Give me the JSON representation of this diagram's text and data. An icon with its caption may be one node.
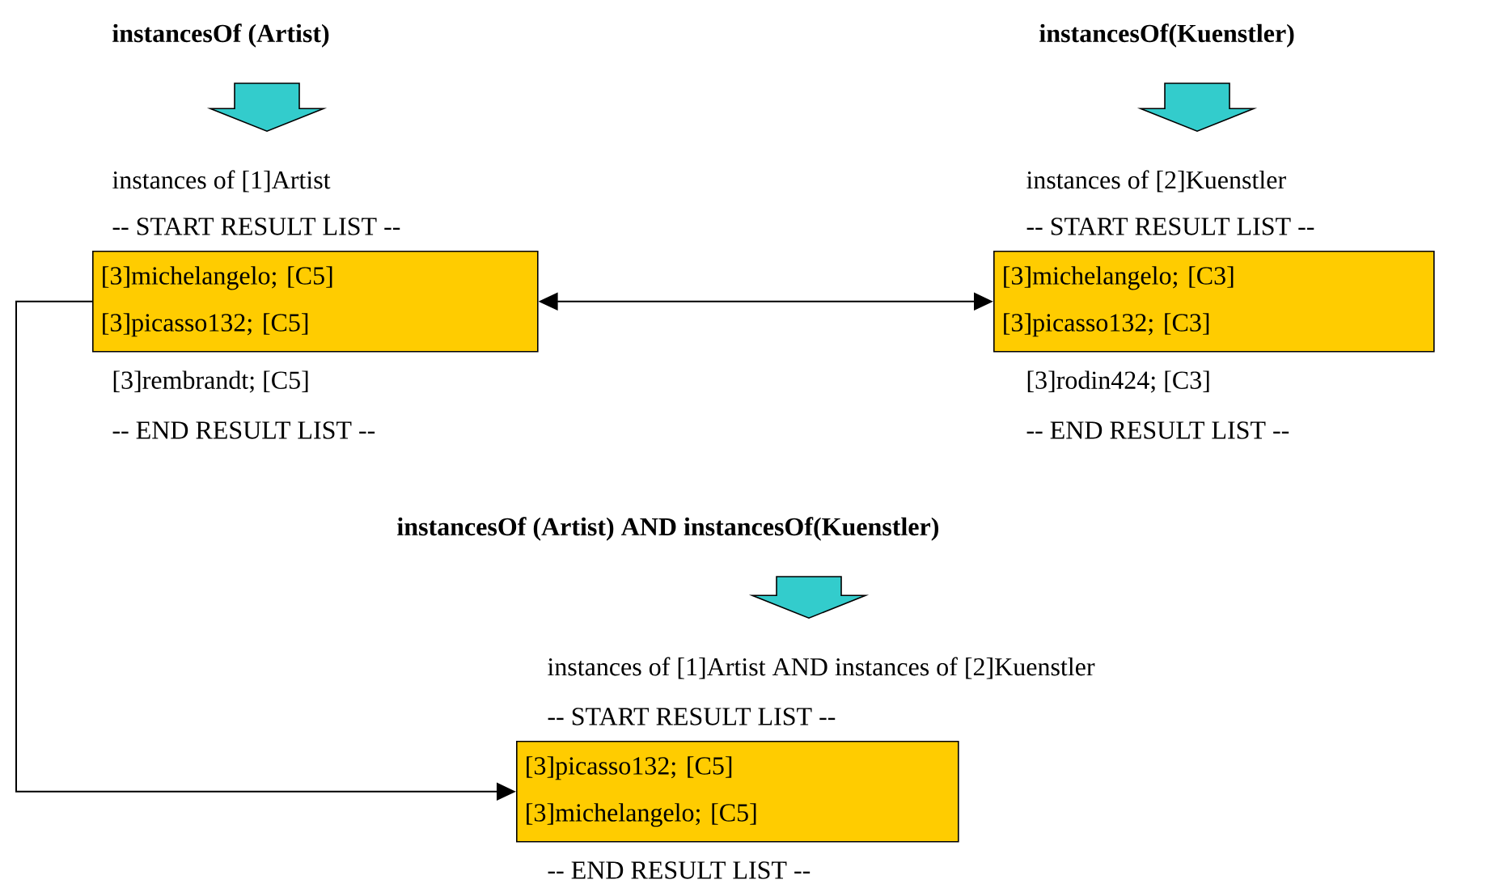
{
  "diagram": {
    "nodes": [
      {
        "text": [
          "instancesOf (Artist)"
        ]
      },
      {
        "text": [
          "instances of [1]Artist"
        ]
      },
      {
        "text": [
          "[3]michelangelo; [C5]",
          "[3]picasso132; [C5]"
        ]
      },
      {
        "text": [
          "instancesOf(Kuenstler)"
        ]
      },
      {
        "text": [
          "instances of [2]Kuenstler"
        ]
      },
      {
        "text": [
          "[3]michelangelo; [C3]",
          "[3]picasso132; [C3]"
        ]
      },
      {
        "text": [
          "instancesOf (Artist) AND instancesOf(Kuenstler)"
        ]
      },
      {
        "text": [
          "instances of [1]Artist AND instances of [2]Kuenstler"
        ]
      },
      {
        "text": [
          "[3]picasso132; [C5]",
          "[3]michelangelo; [C5]"
        ]
      }
    ],
    "edges": [
      {
        "from": 0,
        "to": 1,
        "arrow": "to",
        "style": "thick",
        "color": "#33cccc"
      },
      {
        "from": 3,
        "to": 4,
        "arrow": "to",
        "style": "thick",
        "color": "#33cccc"
      },
      {
        "from": 6,
        "to": 7,
        "arrow": "to",
        "style": "thick",
        "color": "#33cccc"
      },
      {
        "from": 2,
        "to": 5,
        "arrow": "both",
        "color": "#000000"
      },
      {
        "from": 2,
        "to": 8,
        "arrow": "to",
        "color": "#000000"
      }
    ],
    "labels": [
      "-- START RESULT LIST --",
      "[3]rembrandt; [C5]",
      "-- END RESULT LIST --",
      "-- START RESULT LIST --",
      "[3]rodin424; [C3]",
      "-- END RESULT LIST --",
      "-- START RESULT LIST --",
      "-- END RESULT LIST --"
    ]
  }
}
